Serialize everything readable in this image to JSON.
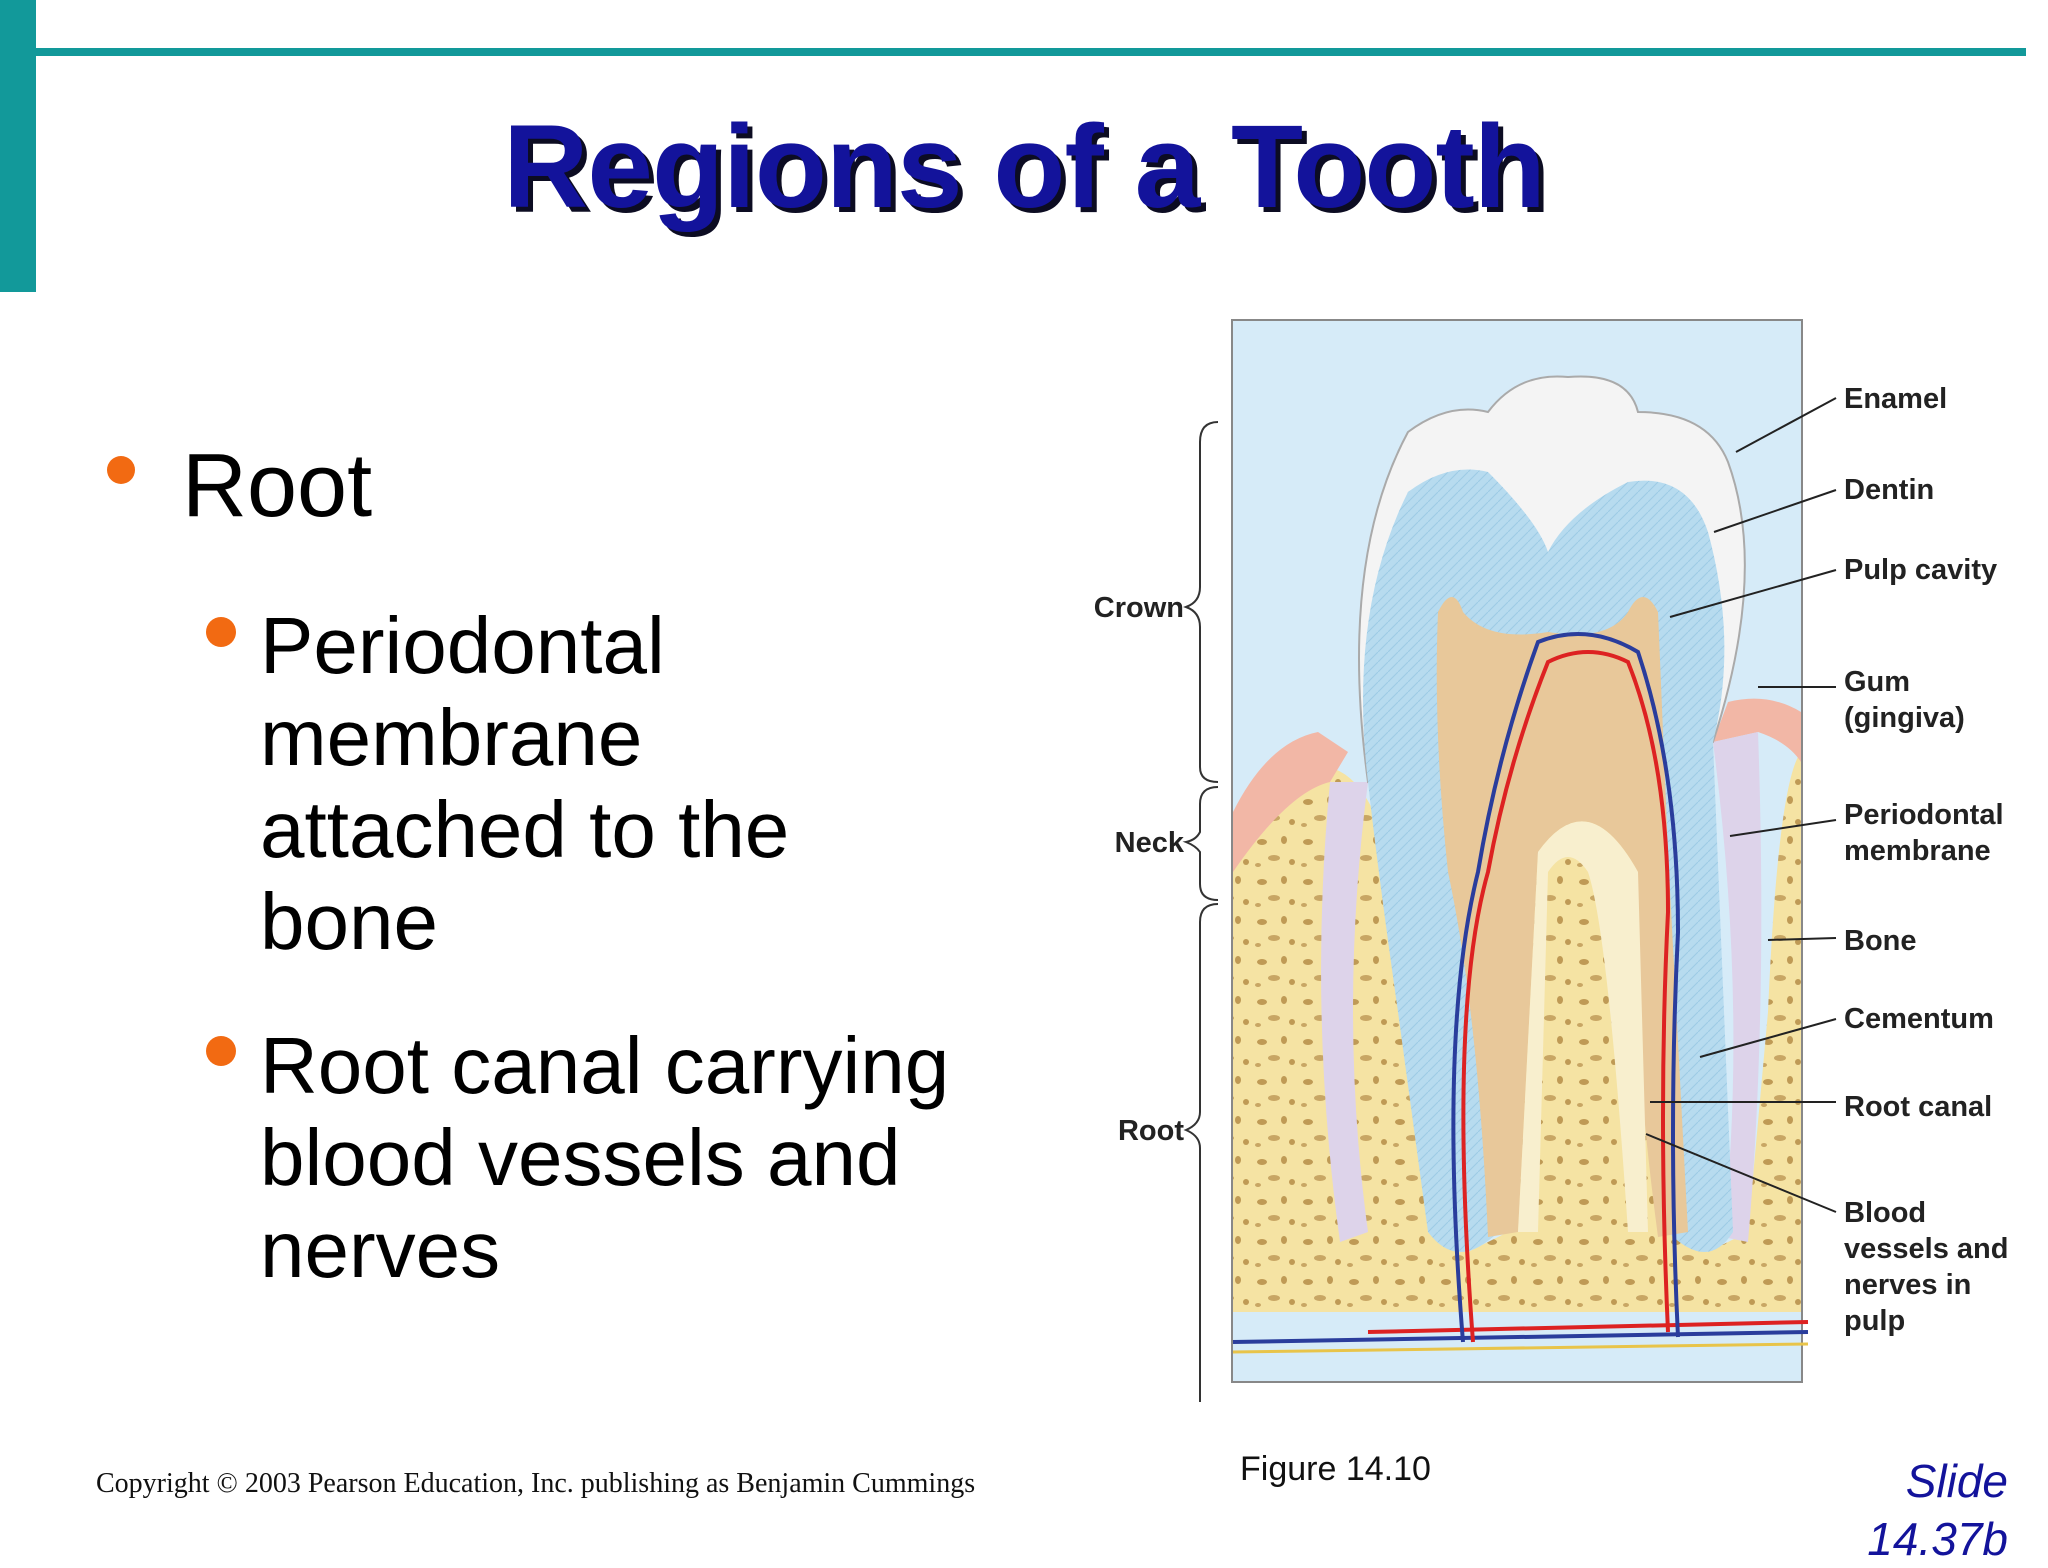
{
  "title": "Regions of a Tooth",
  "bullets": {
    "level1": "Root",
    "sub1": [
      "Periodontal",
      "membrane",
      "attached to the",
      "bone"
    ],
    "sub2": [
      "Root canal carrying",
      "blood vessels and",
      "nerves"
    ]
  },
  "figure": {
    "left_labels": {
      "crown": "Crown",
      "neck": "Neck",
      "root": "Root"
    },
    "right_labels": {
      "enamel": "Enamel",
      "dentin": "Dentin",
      "pulp_cavity": "Pulp cavity",
      "gum": [
        "Gum",
        "(gingiva)"
      ],
      "periodontal": [
        "Periodontal",
        "membrane"
      ],
      "bone": "Bone",
      "cementum": "Cementum",
      "root_canal": "Root canal",
      "vessels": [
        "Blood",
        "vessels and",
        "nerves in",
        "pulp"
      ]
    },
    "caption": "Figure 14.10"
  },
  "footer": {
    "copyright": "Copyright © 2003 Pearson Education, Inc. publishing as Benjamin Cummings",
    "slide_lines": [
      "Slide",
      "14.37b"
    ]
  },
  "colors": {
    "accent": "#12999a",
    "title": "#13139b",
    "bullet": "#f26a12",
    "enamel": "#f4f4f4",
    "dentin": "#b7dbef",
    "pulp": "#e8c89a",
    "bone": "#f5e3a3",
    "gum": "#f2b7a6",
    "background": "#d6ebf8"
  }
}
